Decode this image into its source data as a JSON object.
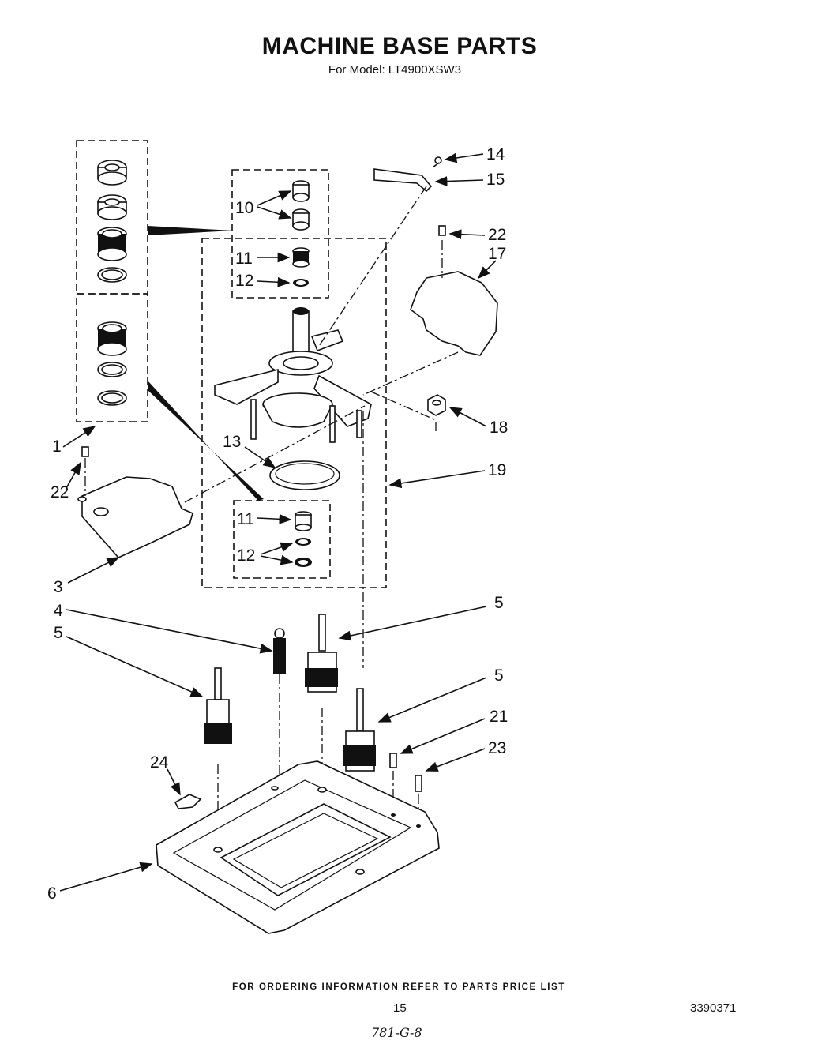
{
  "header": {
    "title": "MACHINE BASE PARTS",
    "subtitle": "For Model: LT4900XSW3"
  },
  "callouts": [
    "1",
    "3",
    "4",
    "5",
    "5",
    "5",
    "6",
    "10",
    "11",
    "11",
    "12",
    "12",
    "13",
    "14",
    "15",
    "17",
    "18",
    "19",
    "21",
    "22",
    "22",
    "23",
    "24"
  ],
  "footer": {
    "note": "FOR ORDERING INFORMATION REFER TO PARTS PRICE LIST",
    "page_number": "15",
    "document_number": "3390371",
    "handwritten": "781-G-8"
  }
}
